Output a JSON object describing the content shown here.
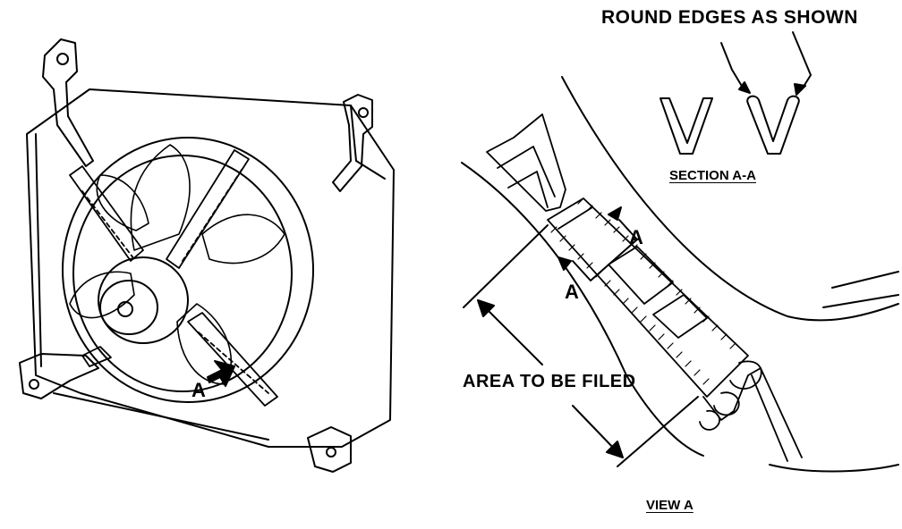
{
  "labels": {
    "round_edges": "ROUND EDGES AS SHOWN",
    "section": "SECTION A-A",
    "area_filed": "AREA TO BE FILED",
    "view": "VIEW A",
    "callout_left": "A",
    "cut_upper": "A",
    "cut_lower": "A"
  },
  "colors": {
    "ink": "#000000",
    "paper": "#ffffff"
  }
}
